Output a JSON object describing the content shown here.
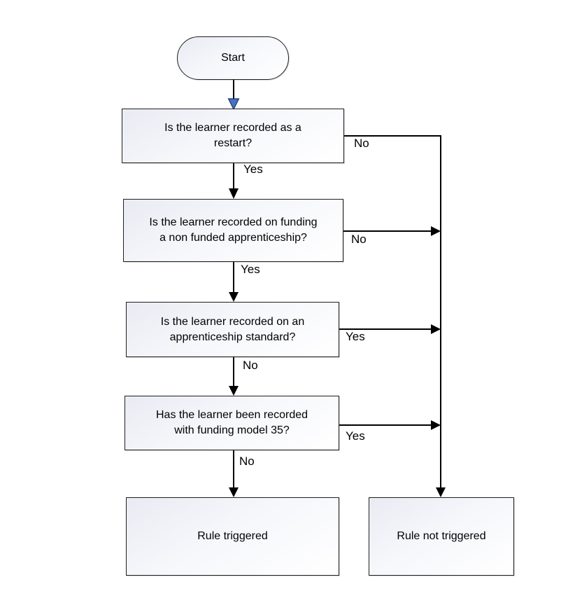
{
  "flowchart": {
    "start": {
      "label": "Start"
    },
    "decisions": [
      {
        "label": "Is the learner recorded as a\nrestart?",
        "branch_down": "Yes",
        "branch_right": "No"
      },
      {
        "label": "Is the learner recorded on funding\na non funded apprenticeship?",
        "branch_down": "Yes",
        "branch_right": "No"
      },
      {
        "label": "Is the learner recorded on an\napprenticeship standard?",
        "branch_down": "No",
        "branch_right": "Yes"
      },
      {
        "label": "Has the learner been recorded\nwith funding model 35?",
        "branch_down": "No",
        "branch_right": "Yes"
      }
    ],
    "outcomes": [
      {
        "label": "Rule triggered"
      },
      {
        "label": "Rule not triggered"
      }
    ],
    "colors": {
      "line": "#000000",
      "box_border": "#1f1f1f",
      "box_fill_top": "#e9ebf3",
      "start_arrowhead_fill": "#4472c4",
      "start_arrowhead_stroke": "#17375e"
    }
  }
}
